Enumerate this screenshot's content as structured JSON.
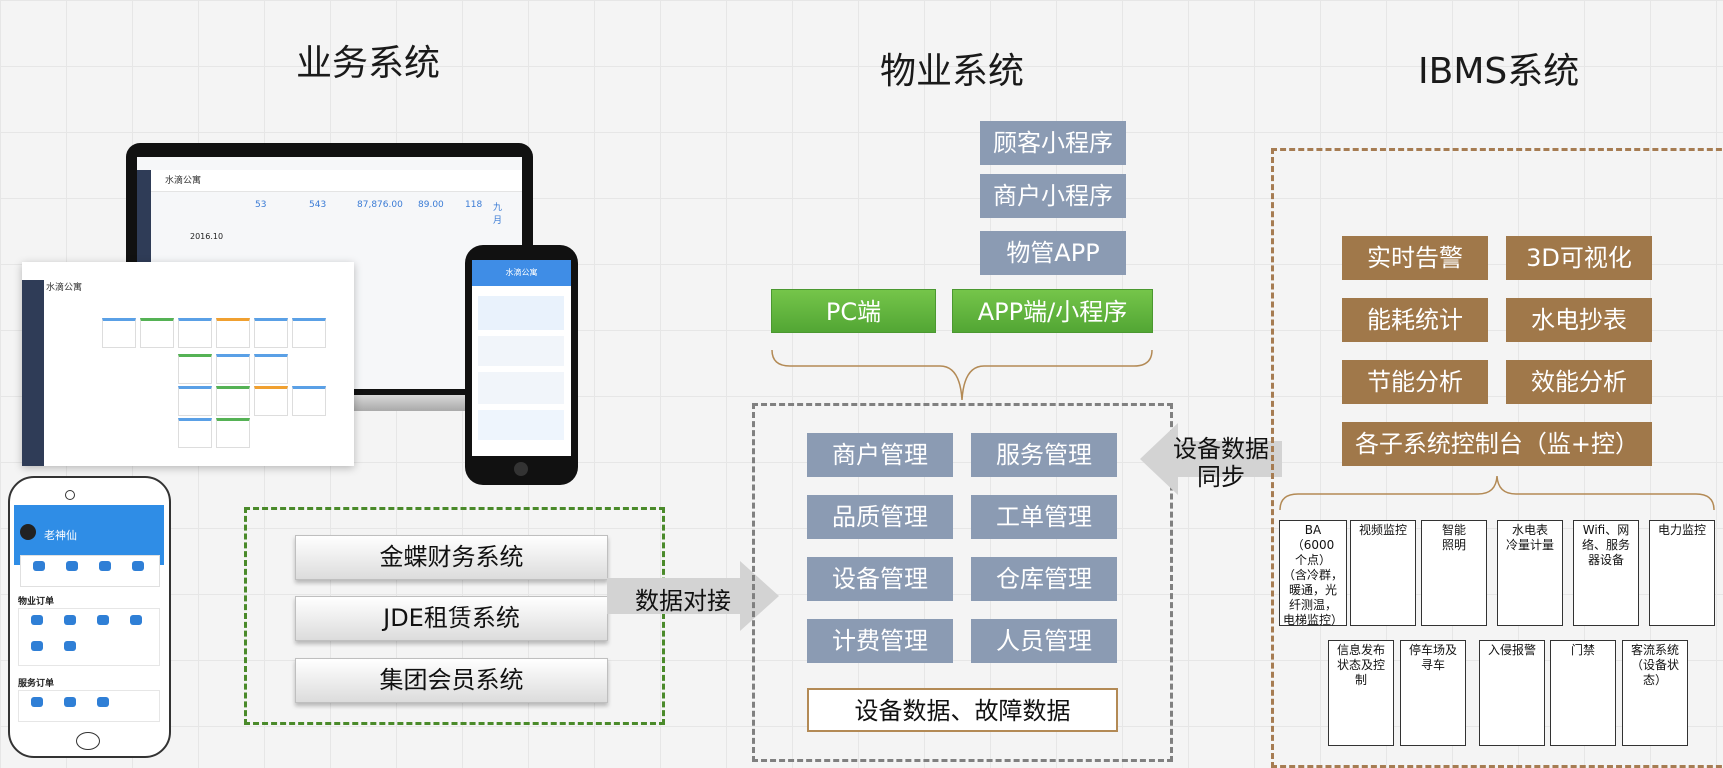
{
  "titles": {
    "business": "业务系统",
    "property": "物业系统",
    "ibms": "IBMS系统"
  },
  "mockups": {
    "laptop_app_name": "水滴公寓",
    "laptop_stats": [
      "53",
      "543",
      "87,876.00",
      "89.00",
      "118",
      "九月"
    ],
    "laptop_date": "2016.10",
    "tablet_app_name": "水滴公寓",
    "phone_app_name": "水滴公寓",
    "phone2_user": "老神仙",
    "phone2_section1": "物业订单",
    "phone2_section2": "服务订单"
  },
  "business_systems": [
    "金蝶财务系统",
    "JDE租赁系统",
    "集团会员系统"
  ],
  "data_link_label": "数据对接",
  "property": {
    "channels": [
      "顾客小程序",
      "商户小程序",
      "物管APP"
    ],
    "clients": [
      "PC端",
      "APP端/小程序"
    ],
    "modules": [
      [
        "商户管理",
        "服务管理"
      ],
      [
        "品质管理",
        "工单管理"
      ],
      [
        "设备管理",
        "仓库管理"
      ],
      [
        "计费管理",
        "人员管理"
      ]
    ],
    "data_bar": "设备数据、故障数据"
  },
  "sync_label_line1": "设备数据",
  "sync_label_line2": "同步",
  "ibms": {
    "features": [
      [
        "实时告警",
        "3D可视化"
      ],
      [
        "能耗统计",
        "水电抄表"
      ],
      [
        "节能分析",
        "效能分析"
      ]
    ],
    "console": "各子系统控制台（监+控）",
    "subsystems_row1": [
      "BA\n（6000\n个点）\n（含冷群，\n暖通，光\n纤测温，\n电梯监控）",
      "视频监控",
      "智能\n照明",
      "水电表\n冷量计量",
      "Wifi、网\n络、服务\n器设备",
      "电力监控"
    ],
    "subsystems_row2": [
      "信息发布\n状态及控\n制",
      "停车场及\n寻车",
      "入侵报警",
      "门禁",
      "客流系统\n（设备状\n态）"
    ]
  },
  "colors": {
    "slate_blue": "#8b9bb3",
    "green": "#5aab3a",
    "brown": "#a0784a",
    "green_dash": "#4a8a2a",
    "gray_dash": "#808080",
    "brown_dash": "#a67c52"
  }
}
